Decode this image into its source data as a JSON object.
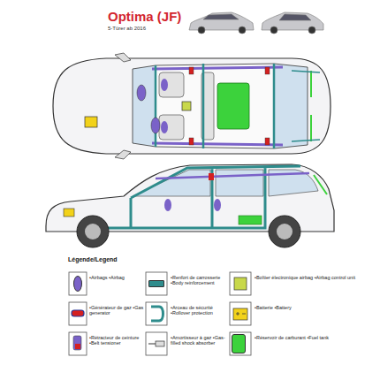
{
  "diagram": {
    "title": "Optima (JF)",
    "labels": [
      "5-Türer ab 2016",
      "Légende/Legend"
    ],
    "legend": [
      {
        "text": "•Airbags •Airbag",
        "color": "#7a62c8"
      },
      {
        "text": "•Renfort de carrosserie •Body reinforcement",
        "color": "#2e8c8c"
      },
      {
        "text": "•Boîtier électronique airbag •Airbag control unit"
      },
      {
        "text": "•Générateur de gaz •Gas generator"
      },
      {
        "text": "•Arceau de sécurité •Rollover protection"
      },
      {
        "text": "•Batterie •Battery"
      },
      {
        "text": "•Rétracteur de ceinture •Belt tensioner"
      },
      {
        "text": "•Amortisseur à gaz •Gas-filled shock absorber"
      },
      {
        "text": "•Réservoir de carburant •Fuel tank",
        "color": "#3cd23c"
      }
    ]
  }
}
